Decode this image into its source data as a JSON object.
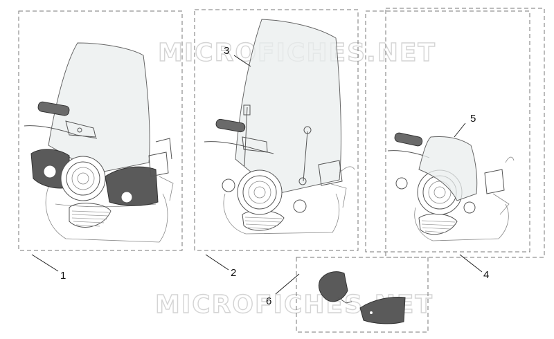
{
  "watermark": {
    "text": "MICROFICHES.NET"
  },
  "callouts": {
    "c1": "1",
    "c2": "2",
    "c3": "3",
    "c4": "4",
    "c5": "5",
    "c6": "6"
  }
}
